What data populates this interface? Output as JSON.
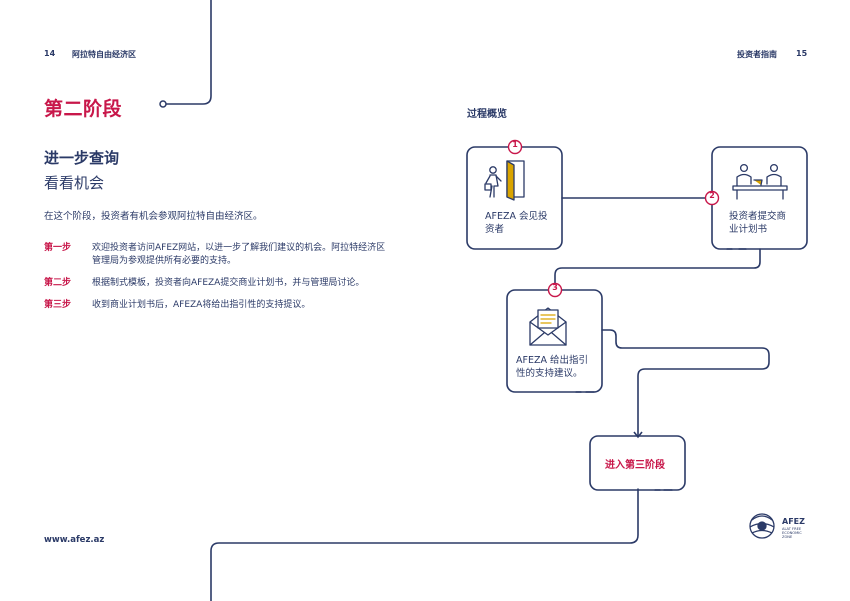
{
  "header": {
    "left_page_number": "14",
    "left_title": "阿拉特自由经济区",
    "right_title": "投资者指南",
    "right_page_number": "15"
  },
  "main": {
    "title": "第二阶段",
    "subtitle": "进一步查询",
    "subtitle2": "看看机会",
    "intro": "在这个阶段，投资者有机会参观阿拉特自由经济区。",
    "steps": [
      {
        "label": "第一步",
        "text": "欢迎投资者访问AFEZ网站，以进一步了解我们建议的机会。阿拉特经济区管理局为参观提供所有必要的支持。"
      },
      {
        "label": "第二步",
        "text": "根据制式模板，投资者向AFEZA提交商业计划书，并与管理局讨论。"
      },
      {
        "label": "第三步",
        "text": "收到商业计划书后，AFEZA将给出指引性的支持提议。"
      }
    ]
  },
  "process": {
    "heading": "过程概览",
    "boxes": [
      {
        "number": "1",
        "line1": "AFEZA 会见投",
        "line2": "资者",
        "icon": "person-door-icon"
      },
      {
        "number": "2",
        "line1": "投资者提交商",
        "line2": "业计划书",
        "icon": "meeting-icon"
      },
      {
        "number": "3",
        "line1": "AFEZA 给出指引",
        "line2": "性的支持建议。",
        "icon": "envelope-icon"
      }
    ],
    "next_stage": "进入第三阶段"
  },
  "footer": {
    "url": "www.afez.az",
    "logo_name": "AFEZ",
    "logo_subtext_1": "ALAT FREE",
    "logo_subtext_2": "ECONOMIC",
    "logo_subtext_3": "ZONE"
  },
  "colors": {
    "navy": "#2b3a67",
    "crimson": "#c8174a"
  }
}
